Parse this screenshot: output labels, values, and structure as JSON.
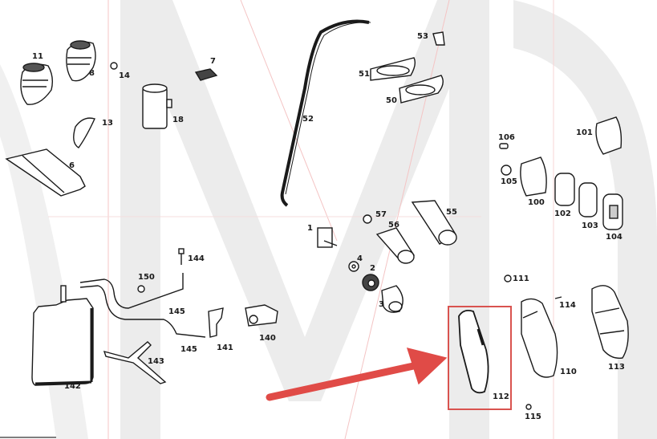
{
  "diagram": {
    "type": "exploded-parts-diagram",
    "colors": {
      "line": "#1a1a1a",
      "watermark_gray": "#e6e6e6",
      "watermark_red_line": "#f2b8b8",
      "highlight": "#d9534f",
      "arrow": "#e04b47"
    },
    "highlight": {
      "part": "112",
      "label": "112"
    },
    "parts": [
      {
        "id": "11",
        "label": "11"
      },
      {
        "id": "8",
        "label": "8"
      },
      {
        "id": "14",
        "label": "14"
      },
      {
        "id": "7",
        "label": "7"
      },
      {
        "id": "13",
        "label": "13"
      },
      {
        "id": "18",
        "label": "18"
      },
      {
        "id": "6",
        "label": "6"
      },
      {
        "id": "52",
        "label": "52"
      },
      {
        "id": "53",
        "label": "53"
      },
      {
        "id": "51",
        "label": "51"
      },
      {
        "id": "50",
        "label": "50"
      },
      {
        "id": "106",
        "label": "106"
      },
      {
        "id": "105",
        "label": "105"
      },
      {
        "id": "101",
        "label": "101"
      },
      {
        "id": "100",
        "label": "100"
      },
      {
        "id": "102",
        "label": "102"
      },
      {
        "id": "103",
        "label": "103"
      },
      {
        "id": "104",
        "label": "104"
      },
      {
        "id": "1",
        "label": "1"
      },
      {
        "id": "57",
        "label": "57"
      },
      {
        "id": "56",
        "label": "56"
      },
      {
        "id": "55",
        "label": "55"
      },
      {
        "id": "4",
        "label": "4"
      },
      {
        "id": "2",
        "label": "2"
      },
      {
        "id": "3",
        "label": "3"
      },
      {
        "id": "144",
        "label": "144"
      },
      {
        "id": "150",
        "label": "150"
      },
      {
        "id": "145a",
        "label": "145"
      },
      {
        "id": "145b",
        "label": "145"
      },
      {
        "id": "141",
        "label": "141"
      },
      {
        "id": "140",
        "label": "140"
      },
      {
        "id": "143",
        "label": "143"
      },
      {
        "id": "142",
        "label": "142"
      },
      {
        "id": "111",
        "label": "111"
      },
      {
        "id": "114",
        "label": "114"
      },
      {
        "id": "110",
        "label": "110"
      },
      {
        "id": "113",
        "label": "113"
      },
      {
        "id": "112",
        "label": "112"
      },
      {
        "id": "115",
        "label": "115"
      }
    ]
  }
}
